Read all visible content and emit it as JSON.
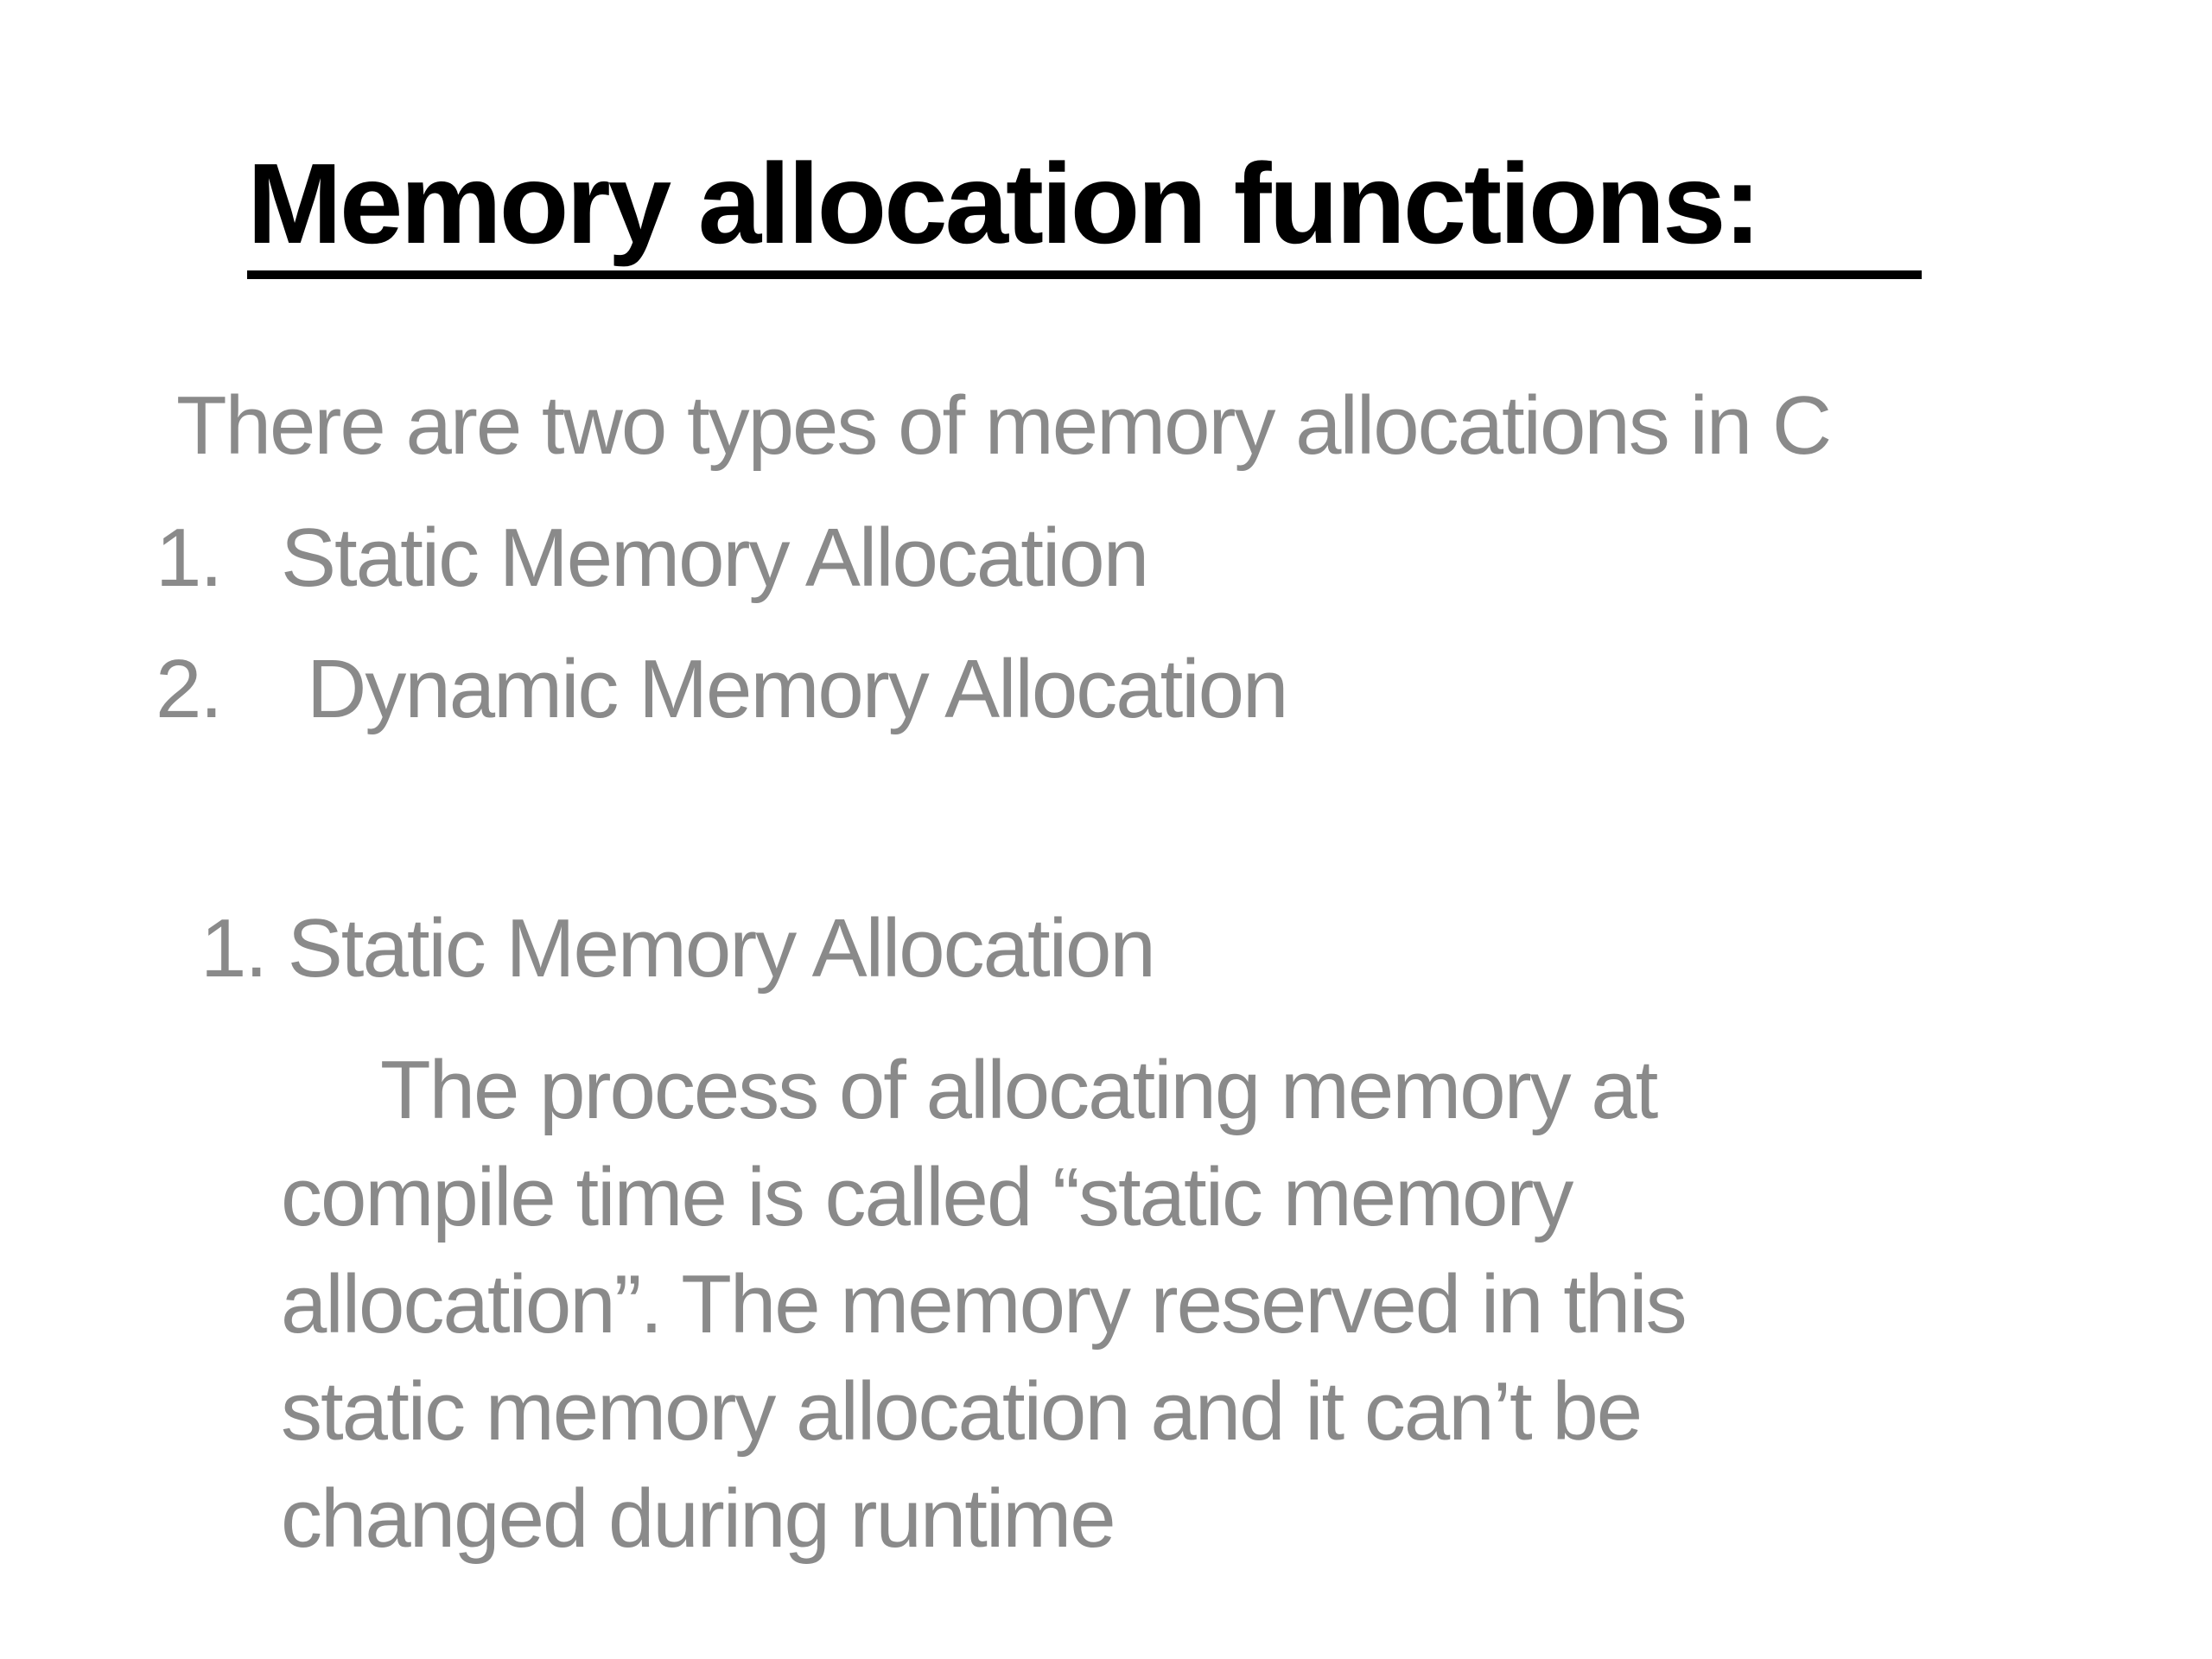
{
  "slide": {
    "title": "Memory allocation functions:",
    "intro": "There are two types of memory allocations in C",
    "types_list": [
      {
        "number": "1.",
        "label": "Static Memory Allocation"
      },
      {
        "number": "2.",
        "label": "Dynamic Memory Allocation"
      }
    ],
    "section": {
      "heading": "1. Static Memory Allocation",
      "paragraph_lines": [
        "The process of allocating memory at",
        "compile time is called “static memory",
        "allocation”. The memory reserved in this",
        "static memory allocation and it can’t be",
        "changed during runtime"
      ]
    },
    "colors": {
      "title": "#000000",
      "body": "#8a8a8a",
      "background": "#ffffff"
    }
  }
}
